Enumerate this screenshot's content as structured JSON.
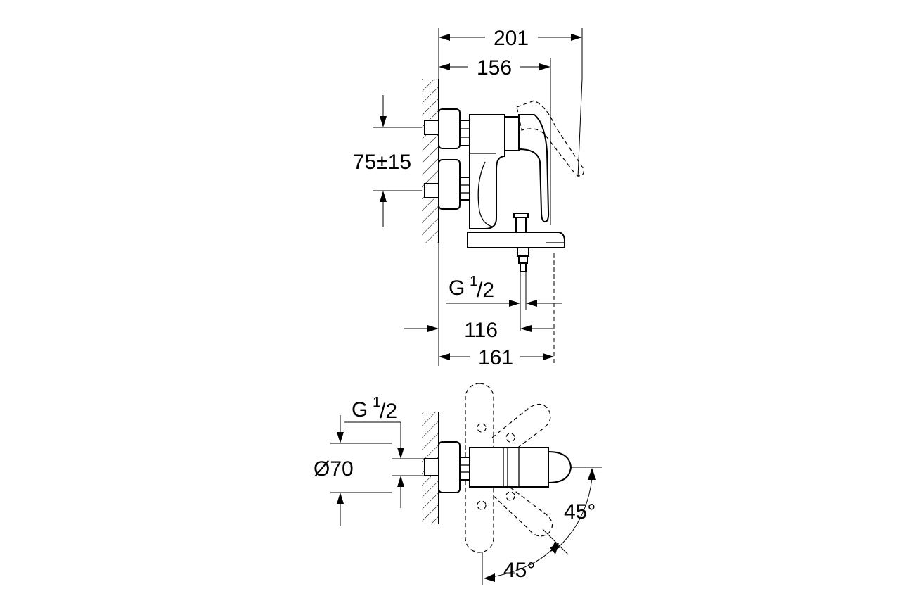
{
  "dimensions": {
    "d201": "201",
    "d156": "156",
    "d75": "75±15",
    "g_top": "G",
    "g_top_num": "1",
    "g_top_den": "/2",
    "d116": "116",
    "d161": "161",
    "g_bottom": "G",
    "g_bottom_num": "1",
    "g_bottom_den": "/2",
    "d70": "Ø70",
    "angle_right": "45°",
    "angle_bottom": "45°"
  }
}
